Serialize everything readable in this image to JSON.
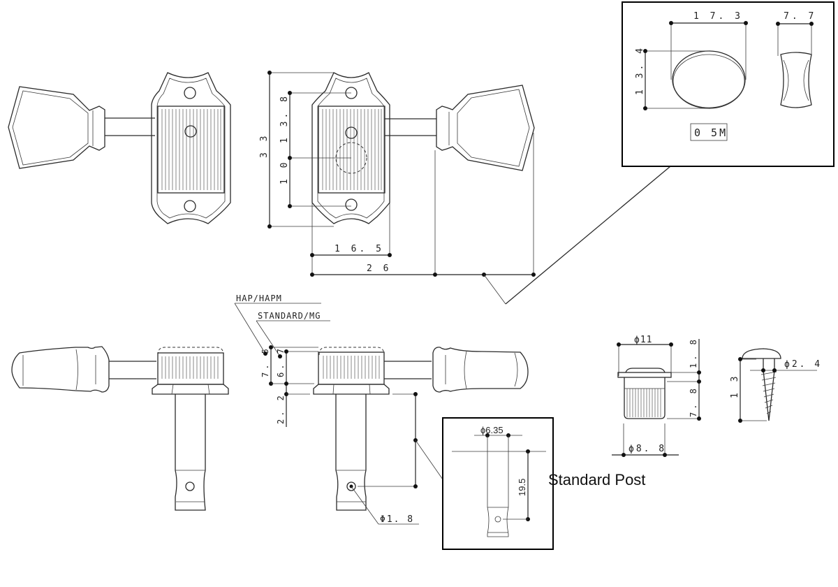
{
  "title": "Vintage tuner (kluson style) dimension drawing",
  "front_view": {
    "dims": {
      "overall_height": "3 3",
      "upper_hole_spacing": "1 3. 8",
      "lower_hole_spacing": "1 0",
      "plate_width": "1 6. 5",
      "overall_width": "2 6"
    }
  },
  "knob_inset": {
    "width": "1 7. 3",
    "height": "1 3. 4",
    "thickness": "7. 7",
    "model_code": "0 5M"
  },
  "side_view": {
    "variant_labels": [
      "HAP/HAPM",
      "STANDARD/MG"
    ],
    "dims": {
      "hap_height": "7. 5",
      "standard_height": "6. 7",
      "flange": "2. 2",
      "string_hole": "Φ1. 8"
    }
  },
  "standard_post_inset": {
    "caption": "Standard Post",
    "diameter": "ϕ6.35",
    "length": "19.5"
  },
  "bushing": {
    "top_diameter": "ϕ11",
    "bottom_diameter": "ϕ8. 8",
    "flange_height": "1. 8",
    "body_height": "7. 8"
  },
  "screw": {
    "diameter": "ϕ2. 4",
    "length": "1 3"
  },
  "colors": {
    "line": "#2a2a2a",
    "background": "#ffffff"
  }
}
